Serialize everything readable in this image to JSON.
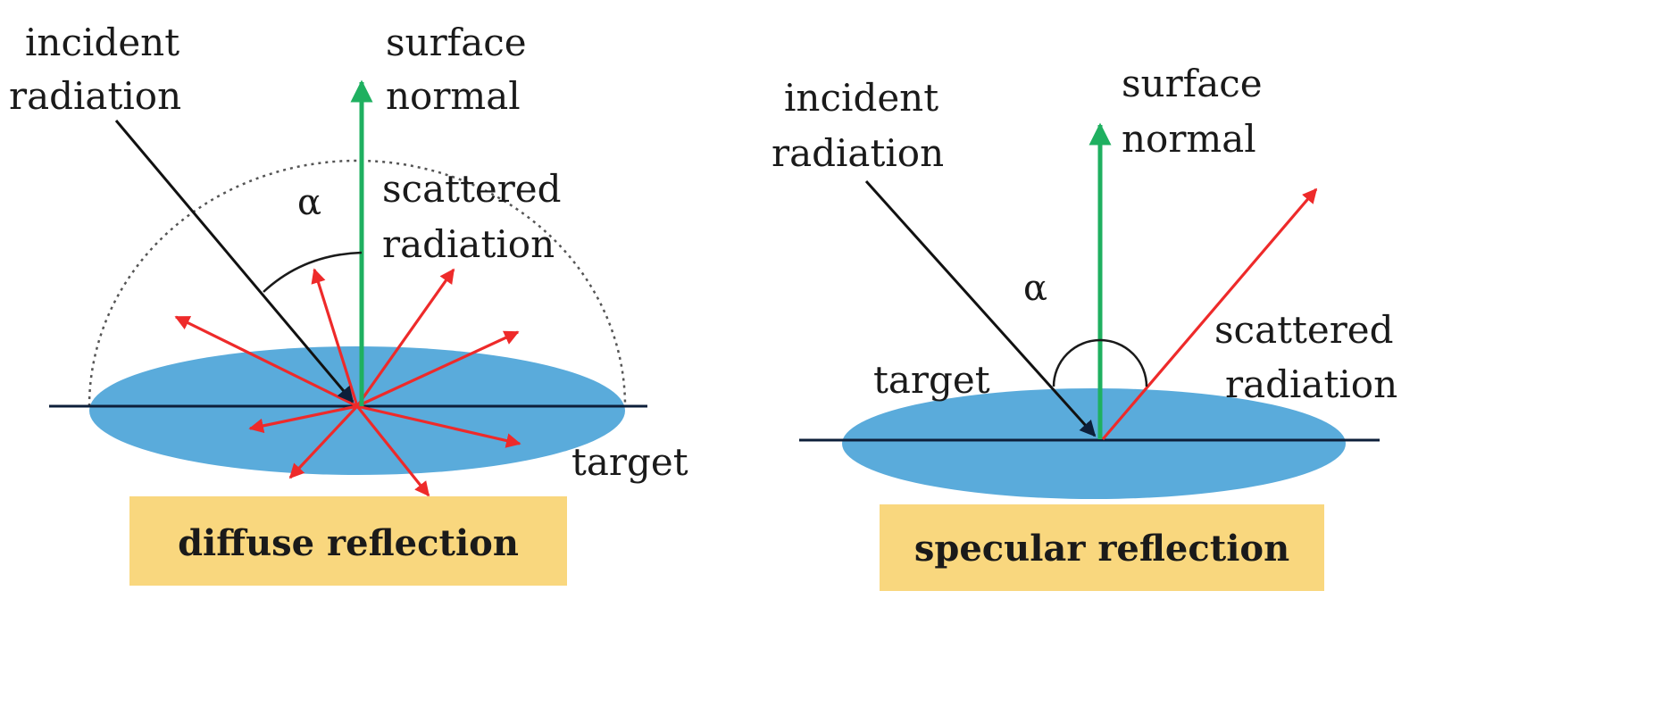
{
  "diagrams": {
    "diffuse": {
      "incident_label_1": "incident",
      "incident_label_2": "radiation",
      "normal_label_1": "surface",
      "normal_label_2": "normal",
      "scattered_label_1": "scattered",
      "scattered_label_2": "radiation",
      "angle_symbol": "α",
      "target_label": "target",
      "caption": "diffuse reflection"
    },
    "specular": {
      "incident_label_1": "incident",
      "incident_label_2": "radiation",
      "normal_label_1": "surface",
      "normal_label_2": "normal",
      "scattered_label_1": "scattered",
      "scattered_label_2": "radiation",
      "angle_symbol": "α",
      "target_label": "target",
      "caption": "specular reflection"
    }
  },
  "colors": {
    "target_fill": "#5AABDB",
    "normal_arrow": "#1FB060",
    "scatter_arrow": "#EE2A2A",
    "incident_arrow": "#111111",
    "caption_box": "#F9D77E",
    "hemisphere": "#555555"
  }
}
